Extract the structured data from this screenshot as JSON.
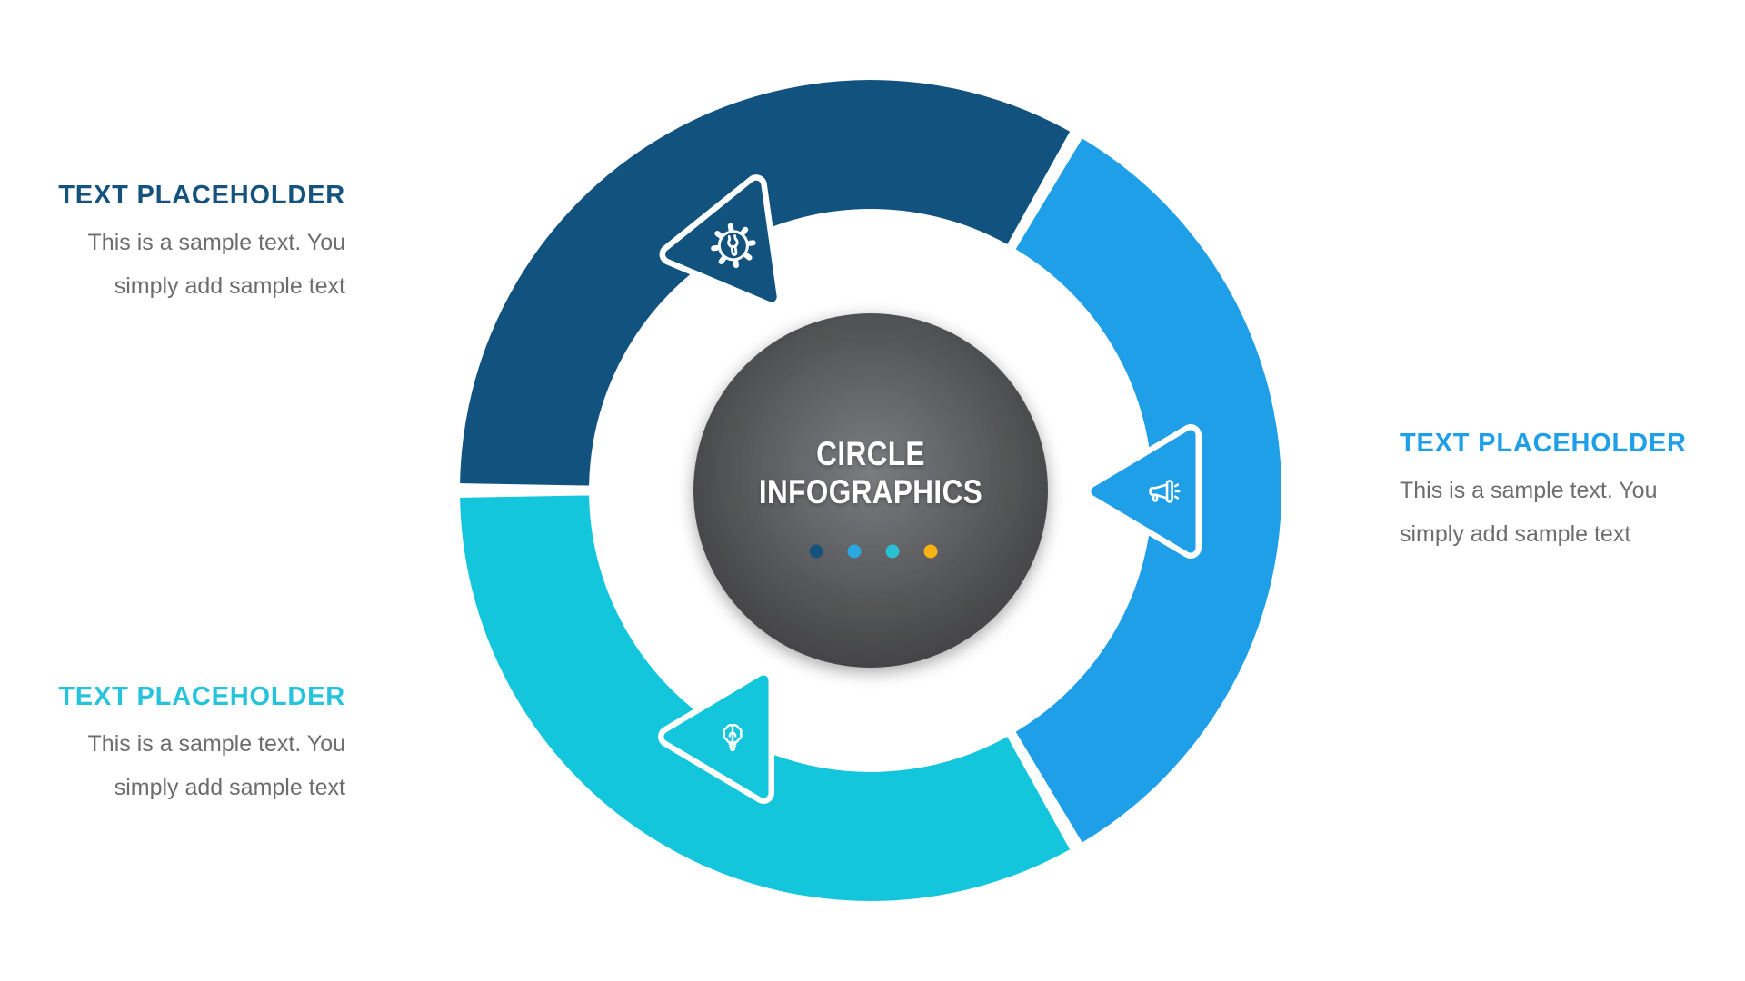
{
  "slide": {
    "center": {
      "title_line1": "CIRCLE",
      "title_line2": "INFOGRAPHICS",
      "dot_colors": [
        "#15537E",
        "#29A8E2",
        "#2BBFD4",
        "#F7B413"
      ],
      "circle_color_inner": "#7B7C80",
      "circle_color_mid": "#595A5D",
      "circle_color_outer": "#3E3E40"
    },
    "segments": [
      {
        "icon": "gear-wrench-icon",
        "color": "#12527E"
      },
      {
        "icon": "megaphone-icon",
        "color": "#1E9FE8"
      },
      {
        "icon": "brain-idea-icon",
        "color": "#13C6DC"
      }
    ],
    "placeholders": [
      {
        "heading": "TEXT PLACEHOLDER",
        "heading_color": "#15537E",
        "line1": "This is a sample text. You",
        "line2": "simply add sample text"
      },
      {
        "heading": "TEXT PLACEHOLDER",
        "heading_color": "#1E9FE8",
        "line1": "This is a sample text. You",
        "line2": "simply add sample text"
      },
      {
        "heading": "TEXT PLACEHOLDER",
        "heading_color": "#26C3DA",
        "line1": "This is a sample text. You",
        "line2": "simply add sample text"
      }
    ],
    "body_text_color": "#6D6D6D"
  }
}
